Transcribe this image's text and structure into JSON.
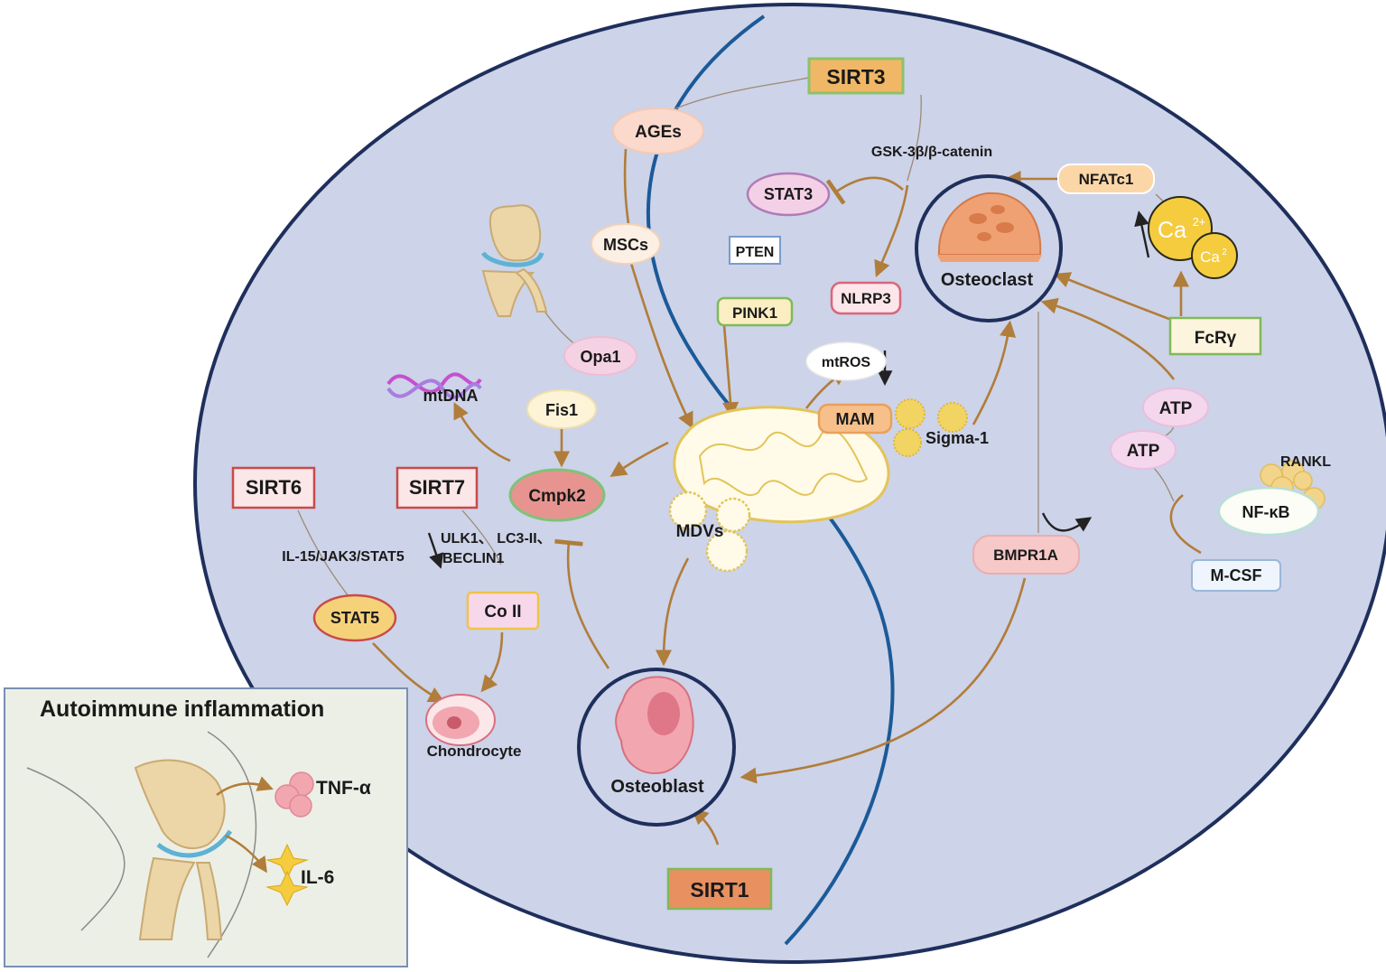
{
  "sirt_boxes": {
    "sirt3": "SIRT3",
    "sirt6": "SIRT6",
    "sirt7": "SIRT7",
    "sirt1": "SIRT1"
  },
  "nodes": {
    "ages": "AGEs",
    "mscs": "MSCs",
    "stat3": "STAT3",
    "pten": "PTEN",
    "pink1": "PINK1",
    "nlrp3": "NLRP3",
    "mtros": "mtROS",
    "mam": "MAM",
    "sigma1": "Sigma-1",
    "opa1": "Opa1",
    "fis1": "Fis1",
    "mtdna": "mtDNA",
    "cmpk2": "Cmpk2",
    "mdvs": "MDVs",
    "stat5": "STAT5",
    "col2": "Co II",
    "chondrocyte": "Chondrocyte",
    "osteoblast": "Osteoblast",
    "osteoclast": "Osteoclast",
    "nfatc1": "NFATc1",
    "ca_big": "Ca",
    "ca_big_sup": "2+",
    "ca_small": "Ca",
    "ca_small_sup": "2",
    "fcrg": "FcRγ",
    "atp_1": "ATP",
    "atp_2": "ATP",
    "bmpr1a": "BMPR1A",
    "rankl": "RANKL",
    "nfkb": "NF-κB",
    "mcsf": "M-CSF"
  },
  "pathway_labels": {
    "gsk": "GSK-3β/β-catenin",
    "il15": "IL-15/JAK3/STAT5",
    "ulk1_line1": "ULK1、 LC3-II、",
    "ulk1_line2": "BECLIN1"
  },
  "inset": {
    "title": "Autoimmune inflammation",
    "tnf": "TNF-α",
    "il6": "IL-6"
  },
  "colors": {
    "cell_fill": "#cdd3e8",
    "cell_stroke": "#1f2f5c",
    "membrane": "#1b5a99",
    "arrow": "#b07d3a",
    "sirt_orange": "#f0b866",
    "sirt_red_border": "#c94a4a",
    "cmpk2_fill": "#e79490",
    "nlrp3_border": "#d9667a",
    "pink1_border": "#7fba59",
    "stat3_border": "#b07bb8",
    "mito_fill": "#fffbe8",
    "mito_stroke": "#e3c45a",
    "inset_fill": "#ecefe6",
    "inset_border": "#7a8fb3"
  }
}
